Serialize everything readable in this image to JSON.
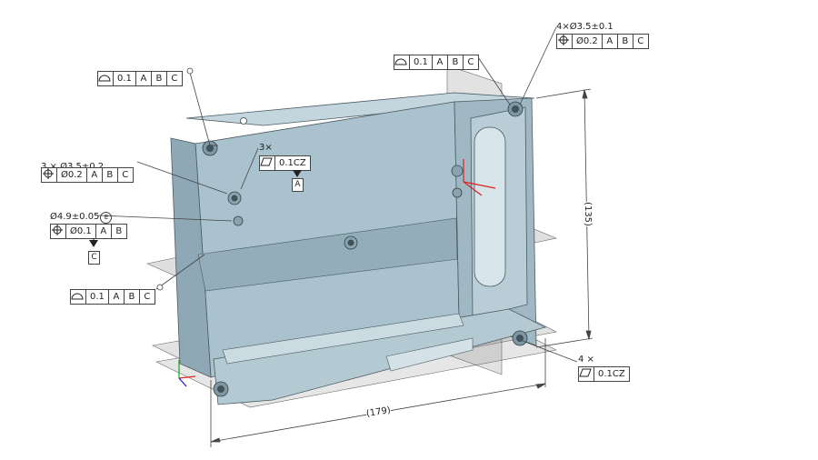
{
  "fcf_profile_top": {
    "tol": "0.1",
    "d1": "A",
    "d2": "B",
    "d3": "C"
  },
  "fcf_profile_left": {
    "tol": "0.1",
    "d1": "A",
    "d2": "B",
    "d3": "C"
  },
  "fcf_profile_right": {
    "tol": "0.1",
    "d1": "A",
    "d2": "B",
    "d3": "C"
  },
  "note_4x_hole": "4×Ø3.5±0.1",
  "fcf_pos_4x": {
    "tol": "Ø0.2",
    "d1": "A",
    "d2": "B",
    "d3": "C"
  },
  "note_3x_label": "3×",
  "fcf_flat_a": {
    "tol": "0.1CZ"
  },
  "datum_a": "A",
  "note_3x_hole": "3 × Ø3.5±0.2",
  "fcf_pos_3x": {
    "tol": "Ø0.2",
    "d1": "A",
    "d2": "B",
    "d3": "C"
  },
  "note_49_hole": "Ø4.9±0.05",
  "note_49_modifier": "E",
  "fcf_pos_49": {
    "tol": "Ø0.1",
    "d1": "A",
    "d2": "B"
  },
  "datum_c": "C",
  "note_4x_bottom": "4 ×",
  "fcf_flat_bottom": {
    "tol": "0.1CZ"
  },
  "dim_width": "(179)",
  "dim_height": "(135)",
  "colors": {
    "body": "#a9c2cd",
    "body_dark": "#7f9aa6",
    "edge": "#4d5b62",
    "plane": "rgba(150,150,150,0.35)"
  }
}
